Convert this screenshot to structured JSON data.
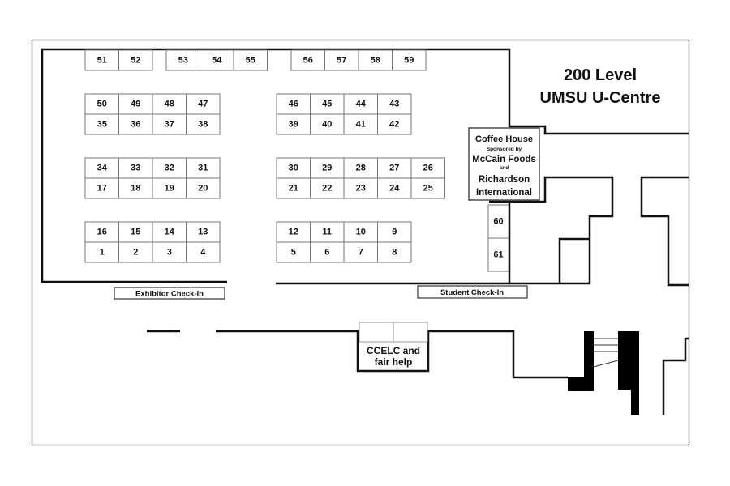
{
  "title": {
    "line1": "200 Level",
    "line2": "UMSU U-Centre"
  },
  "coffee_house": {
    "line1": "Coffee House",
    "line2": "Sponsored by",
    "line3": "McCain Foods",
    "line4": "and",
    "line5": "Richardson",
    "line6": "International"
  },
  "exhibitor_checkin": "Exhibitor Check-In",
  "student_checkin": "Student Check-In",
  "ccelc": {
    "line1": "CCELC and",
    "line2": "fair help"
  },
  "booths": {
    "top_row_a": [
      "51",
      "52"
    ],
    "top_row_b": [
      "53",
      "54",
      "55"
    ],
    "top_row_c": [
      "56",
      "57",
      "58",
      "59"
    ],
    "block1_row1": [
      "50",
      "49",
      "48",
      "47"
    ],
    "block1_row2": [
      "35",
      "36",
      "37",
      "38"
    ],
    "block2_row1": [
      "46",
      "45",
      "44",
      "43"
    ],
    "block2_row2": [
      "39",
      "40",
      "41",
      "42"
    ],
    "block3_row1": [
      "34",
      "33",
      "32",
      "31"
    ],
    "block3_row2": [
      "17",
      "18",
      "19",
      "20"
    ],
    "block4_row1": [
      "30",
      "29",
      "28",
      "27",
      "26"
    ],
    "block4_row2": [
      "21",
      "22",
      "23",
      "24",
      "25"
    ],
    "block5_row1": [
      "16",
      "15",
      "14",
      "13"
    ],
    "block5_row2": [
      "1",
      "2",
      "3",
      "4"
    ],
    "block6_row1": [
      "12",
      "11",
      "10",
      "9"
    ],
    "block6_row2": [
      "5",
      "6",
      "7",
      "8"
    ],
    "side_column": [
      "60",
      "61"
    ]
  }
}
